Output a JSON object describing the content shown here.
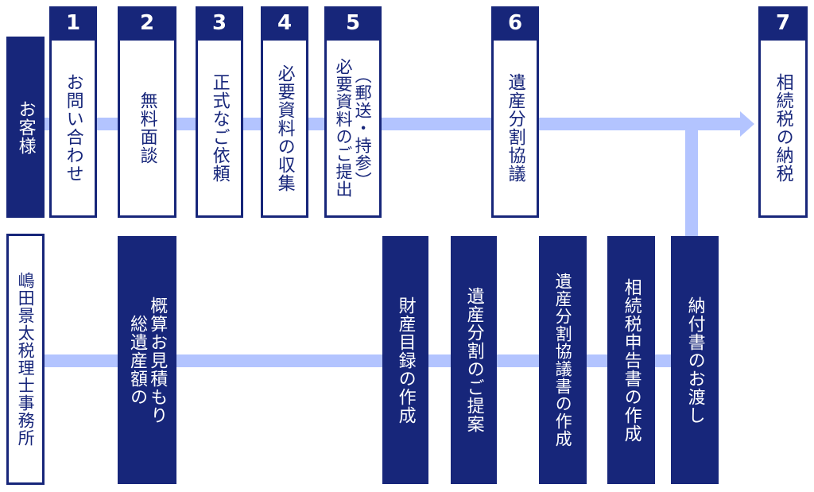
{
  "customer_lane": {
    "label": "お客様"
  },
  "firm_lane": {
    "label": "嶋田景太税理士事務所"
  },
  "steps": [
    {
      "number": "1",
      "label": "お問い合わせ"
    },
    {
      "number": "2",
      "label": "無料面談"
    },
    {
      "number": "3",
      "label": "正式なご依頼"
    },
    {
      "number": "4",
      "label": "必要資料の収集"
    },
    {
      "number": "5",
      "label_line1": "必要資料のご提出",
      "label_line2": "（郵送・持参）"
    },
    {
      "number": "6",
      "label": "遺産分割協議"
    },
    {
      "number": "7",
      "label": "相続税の納税"
    }
  ],
  "firm_tasks": [
    {
      "label_line1": "総遺産額の",
      "label_line2": "概算お見積もり"
    },
    {
      "label": "財産目録の作成"
    },
    {
      "label": "遺産分割のご提案"
    },
    {
      "label": "遺産分割協議書の作成"
    },
    {
      "label": "相続税申告書の作成"
    },
    {
      "label": "納付書のお渡し"
    }
  ],
  "colors": {
    "navy": "#17267a",
    "flow_line": "#b3c4ff",
    "background": "#ffffff"
  }
}
